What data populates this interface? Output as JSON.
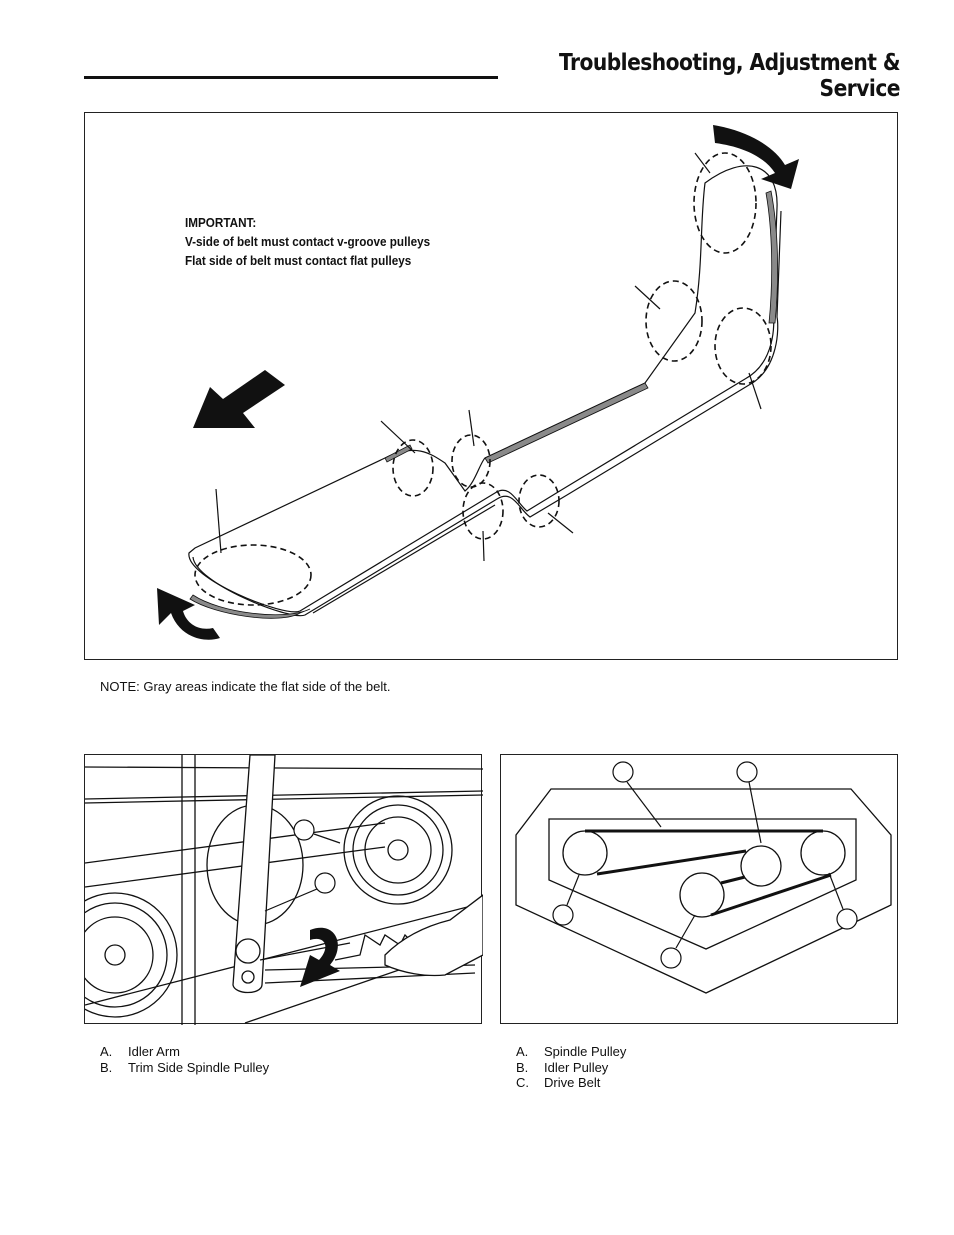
{
  "header": {
    "title": "Troubleshooting, Adjustment & Service"
  },
  "belt_figure": {
    "important_heading": "IMPORTANT:",
    "important_line1": "V-side of belt must contact v-groove pulleys",
    "important_line2": "Flat side of belt must contact flat pulleys"
  },
  "note": "NOTE:  Gray areas indicate the flat side of the belt.",
  "left_figure": {
    "callout_a": "",
    "callout_b": "",
    "legend": [
      {
        "letter": "A.",
        "label": "Idler Arm"
      },
      {
        "letter": "B.",
        "label": "Trim Side Spindle Pulley"
      }
    ]
  },
  "right_figure": {
    "legend": [
      {
        "letter": "A.",
        "label": "Spindle Pulley"
      },
      {
        "letter": "B.",
        "label": "Idler Pulley"
      },
      {
        "letter": "C.",
        "label": "Drive Belt"
      }
    ]
  },
  "colors": {
    "ink": "#111111",
    "belt_flat_side": "#8a8a8a"
  }
}
